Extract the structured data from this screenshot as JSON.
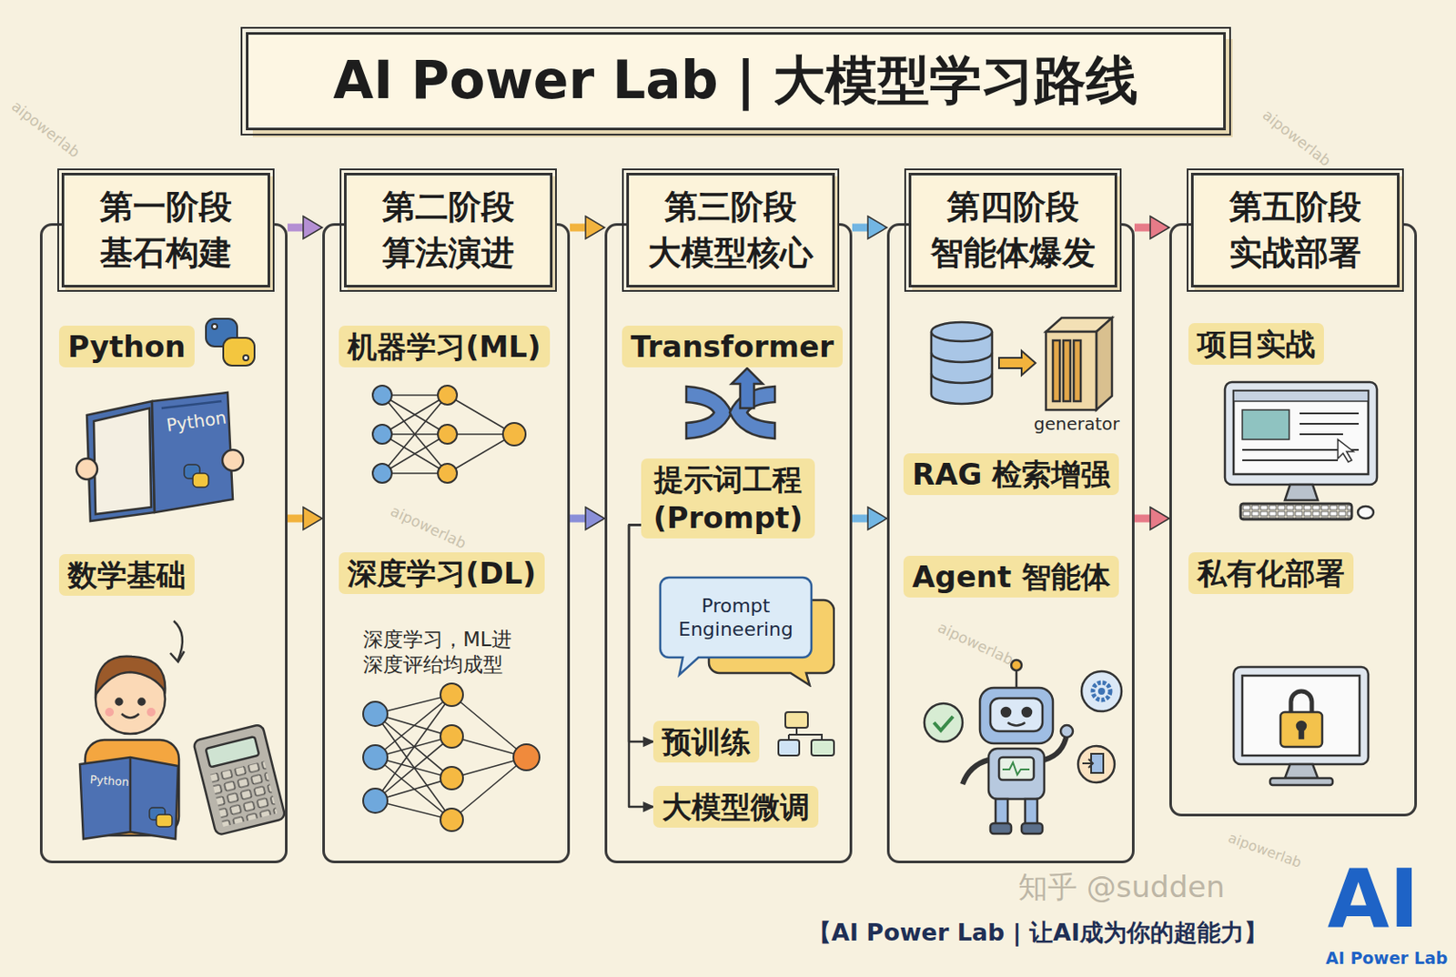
{
  "diagram": {
    "title": "AI Power Lab | 大模型学习路线",
    "caption": "【AI Power Lab | 让AI成为你的超能力】",
    "nodes": [
      {
        "text": [
          "第一阶段",
          "基石构建"
        ]
      },
      {
        "text": [
          "Python"
        ],
        "in": 0
      },
      {
        "text": [
          "数学基础"
        ],
        "in": 0
      },
      {
        "text": [
          "第二阶段",
          "算法演进"
        ]
      },
      {
        "text": [
          "机器学习(ML)"
        ],
        "in": 3
      },
      {
        "text": [
          "深度学习(DL)"
        ],
        "in": 3
      },
      {
        "text": [
          "第三阶段",
          "大模型核心"
        ]
      },
      {
        "text": [
          "Transformer"
        ],
        "in": 6
      },
      {
        "text": [
          "提示词工程 (Prompt)"
        ],
        "in": 6
      },
      {
        "text": [
          "Prompt Engineering"
        ],
        "in": 6
      },
      {
        "text": [
          "预训练"
        ],
        "in": 6
      },
      {
        "text": [
          "大模型微调"
        ],
        "in": 6
      },
      {
        "text": [
          "第四阶段",
          "智能体爆发"
        ]
      },
      {
        "text": [
          "RAG 检索增强"
        ],
        "in": 12
      },
      {
        "text": [
          "Agent 智能体"
        ],
        "in": 12
      },
      {
        "text": [
          "第五阶段",
          "实战部署"
        ]
      },
      {
        "text": [
          "项目实战"
        ],
        "in": 15
      },
      {
        "text": [
          "私有化部署"
        ],
        "in": 15
      }
    ],
    "edges": [
      {
        "from": 0,
        "to": 3,
        "arrow": "to"
      },
      {
        "from": 0,
        "to": 3,
        "arrow": "to"
      },
      {
        "from": 3,
        "to": 6,
        "arrow": "to"
      },
      {
        "from": 3,
        "to": 6,
        "arrow": "to"
      },
      {
        "from": 6,
        "to": 12,
        "arrow": "to"
      },
      {
        "from": 6,
        "to": 12,
        "arrow": "to"
      },
      {
        "from": 12,
        "to": 15,
        "arrow": "to"
      },
      {
        "from": 12,
        "to": 15,
        "arrow": "to"
      },
      {
        "from": 8,
        "to": 10,
        "arrow": "to"
      },
      {
        "from": 8,
        "to": 11,
        "arrow": "to"
      }
    ],
    "labels": [
      "Python",
      "Python",
      "深度学习，ML进 深度评绐均成型",
      "generator",
      "知乎 @sudden",
      "AI",
      "AI Power Lab",
      "aipowerlab",
      "aipowerlab",
      "aipowerlab",
      "aipowerlab",
      "aipowerlab"
    ]
  }
}
